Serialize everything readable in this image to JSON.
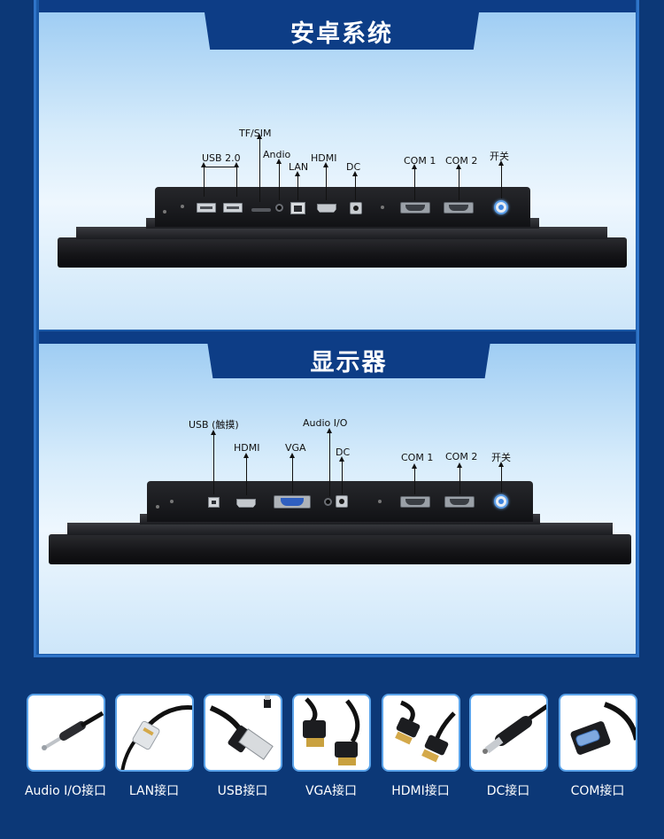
{
  "sections": [
    {
      "title": "安卓系统",
      "labels": {
        "usb20": "USB 2.0",
        "tfsim": "TF/SIM",
        "audio": "Andio",
        "lan": "LAN",
        "hdmi": "HDMI",
        "dc": "DC",
        "com1": "COM 1",
        "com2": "COM 2",
        "power": "开关"
      }
    },
    {
      "title": "显示器",
      "labels": {
        "usb_touch": "USB (触摸)",
        "hdmi": "HDMI",
        "vga": "VGA",
        "audio_io": "Audio I/O",
        "dc": "DC",
        "com1": "COM 1",
        "com2": "COM 2",
        "power": "开关"
      }
    }
  ],
  "connectors": [
    {
      "label": "Audio I/O接口",
      "icon": "audio-jack-icon"
    },
    {
      "label": "LAN接口",
      "icon": "rj45-plug-icon"
    },
    {
      "label": "USB接口",
      "icon": "usb-plug-icon"
    },
    {
      "label": "VGA接口",
      "icon": "vga-plug-icon"
    },
    {
      "label": "HDMI接口",
      "icon": "hdmi-plug-icon"
    },
    {
      "label": "DC接口",
      "icon": "dc-plug-icon"
    },
    {
      "label": "COM接口",
      "icon": "com-plug-icon"
    }
  ],
  "colors": {
    "background": "#0c3877",
    "tab": "#0d3d86",
    "frame_border": "#2f74c8",
    "card_border": "#5aa3ea"
  }
}
